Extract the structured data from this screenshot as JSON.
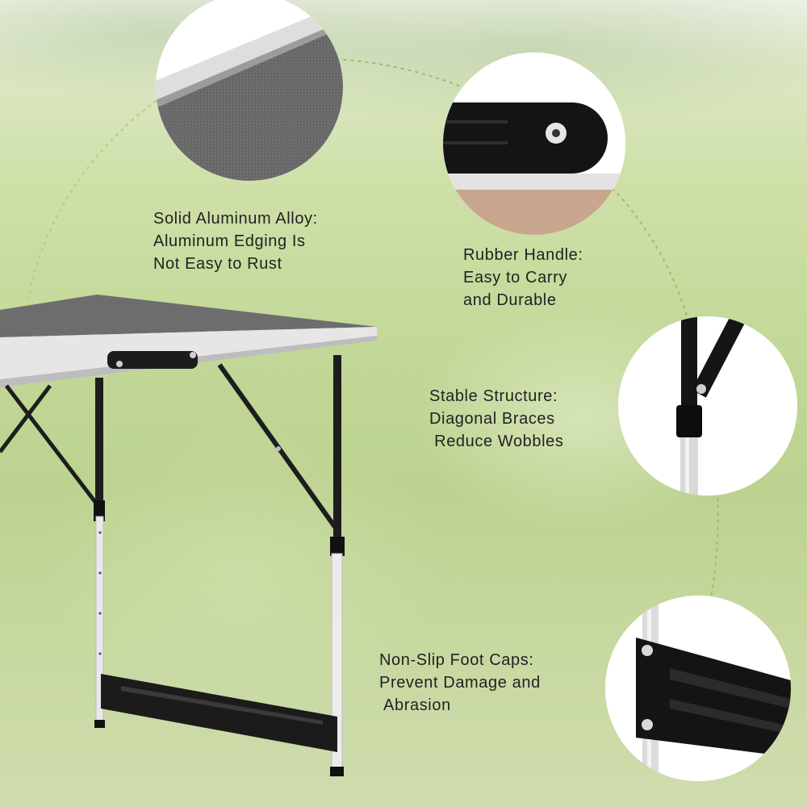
{
  "features": [
    {
      "id": "aluminum",
      "label_lines": [
        "Solid Aluminum Alloy:",
        "Aluminum Edging Is",
        "Not Easy to Rust"
      ],
      "icon": "aluminum-edge-closeup"
    },
    {
      "id": "handle",
      "label_lines": [
        "Rubber Handle:",
        "Easy to Carry",
        "and Durable"
      ],
      "icon": "rubber-handle-closeup"
    },
    {
      "id": "structure",
      "label_lines": [
        "Stable Structure:",
        "Diagonal Braces",
        " Reduce Wobbles"
      ],
      "icon": "diagonal-brace-closeup"
    },
    {
      "id": "footcaps",
      "label_lines": [
        "Non-Slip Foot Caps:",
        "Prevent Damage and",
        " Abrasion"
      ],
      "icon": "foot-cap-closeup"
    }
  ],
  "colors": {
    "guide_line": "#9bbf6a",
    "tabletop": "#6e6e6e",
    "frame_aluminum": "#e4e4e4",
    "leg_black": "#1d1d1d"
  }
}
